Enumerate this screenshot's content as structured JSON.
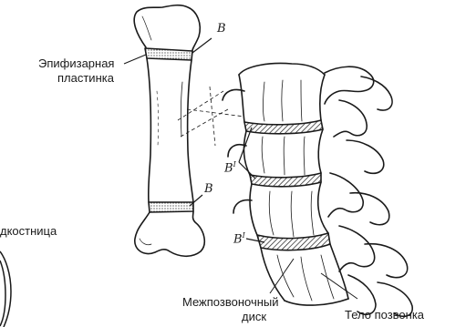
{
  "labels": {
    "epiphyseal_line1": "Эпифизарная",
    "epiphyseal_line2": "пластинка",
    "periosteum_fragment": "дкостница",
    "disc_line1": "Межпозвоночный",
    "disc_line2": "диск",
    "vertebral_body": "Тело позвонка"
  },
  "marks": {
    "b_top": "B",
    "b_bottom": "B",
    "b_prime_upper": "B",
    "b_prime_lower": "B",
    "prime": "I"
  },
  "colors": {
    "ink": "#1a1a1a",
    "background": "#ffffff"
  }
}
